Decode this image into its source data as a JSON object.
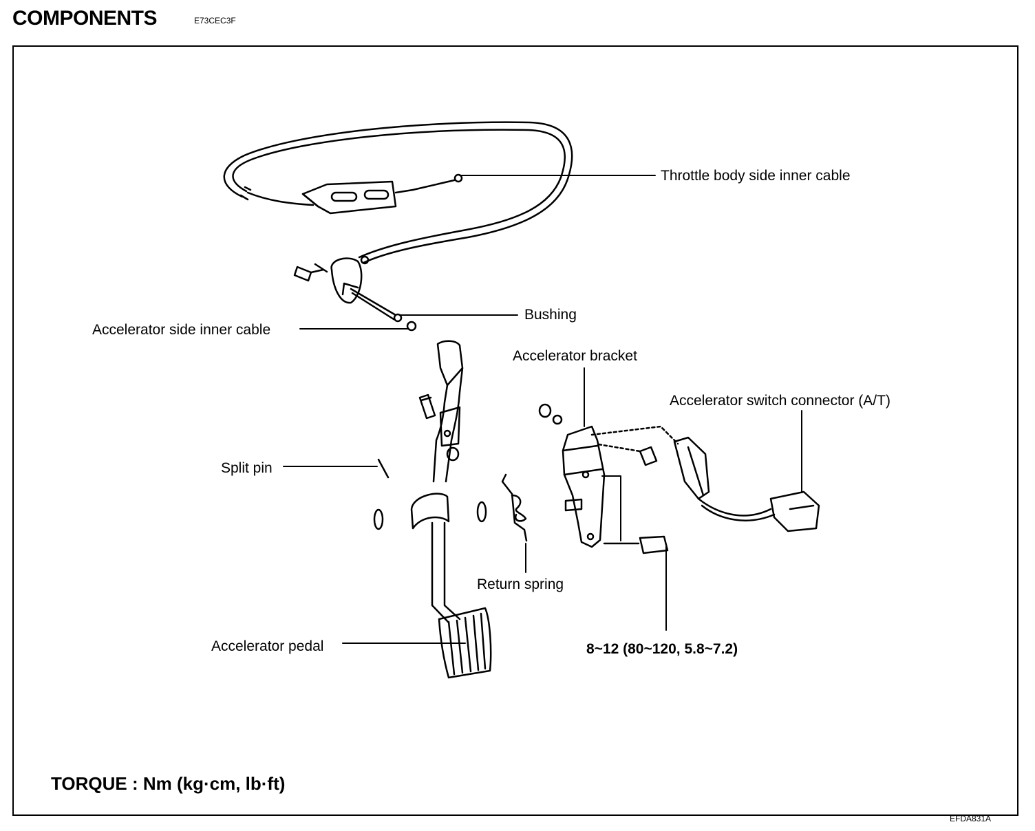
{
  "header": {
    "title": "COMPONENTS",
    "code": "E73CEC3F"
  },
  "labels": {
    "throttle_inner_cable": "Throttle body side inner cable",
    "bushing": "Bushing",
    "accel_side_inner_cable": "Accelerator side inner cable",
    "accel_bracket": "Accelerator bracket",
    "accel_switch_connector": "Accelerator switch connector (A/T)",
    "split_pin": "Split pin",
    "return_spring": "Return spring",
    "accel_pedal": "Accelerator pedal",
    "torque_value": "8~12 (80~120, 5.8~7.2)"
  },
  "footer": {
    "torque_unit": "TORQUE : Nm (kg·cm, lb·ft)",
    "figure_id": "EFDA831A"
  }
}
